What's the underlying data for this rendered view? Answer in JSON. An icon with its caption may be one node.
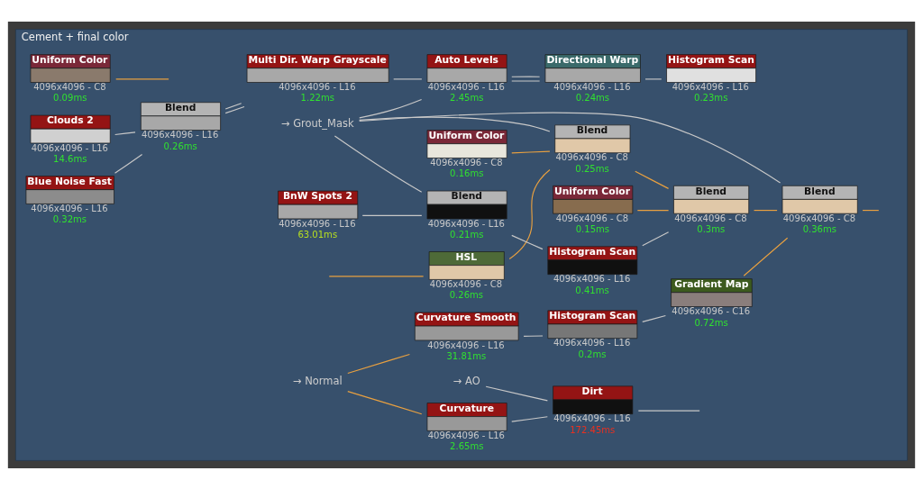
{
  "diagram": {
    "nodes": [
      {
        "text": [
          "Cement + final color"
        ]
      },
      {
        "text": [
          "Uniform Color"
        ],
        "beside": [
          "4096x4096 - C8",
          "0.16ms"
        ],
        "in": 0
      },
      {
        "text": [
          "HSL"
        ],
        "beside": [
          "4096x4096 - C8",
          "0.26ms"
        ],
        "in": 0
      },
      {
        "text": [
          "Blend"
        ],
        "beside": [
          "4096x4096 - C8",
          "0.25ms"
        ],
        "in": 0
      },
      {
        "text": [
          "Uniform Color"
        ],
        "beside": [
          "4096x4096 - C8",
          "0.15ms"
        ],
        "in": 0
      },
      {
        "text": [
          "Blend"
        ],
        "beside": [
          "4096x4096 - C8",
          "0.3ms"
        ],
        "in": 0
      },
      {
        "text": [
          "Gradient Map"
        ],
        "beside": [
          "4096x4096 - C16",
          "0.72ms"
        ],
        "in": 0
      },
      {
        "text": [
          "Blend"
        ],
        "beside": [
          "4096x4096 - C8",
          "0.36ms"
        ],
        "in": 0
      },
      {
        "text": [
          "Uniform Color"
        ],
        "beside": [
          "4096x4096 - C8",
          "0.09ms"
        ],
        "in": 0
      },
      {
        "text": [
          "→ Grout_Mask"
        ],
        "in": 0
      },
      {
        "text": [
          "BnW Spots 2"
        ],
        "beside": [
          "4096x4096 - L16",
          "63.01ms"
        ],
        "in": 0
      },
      {
        "text": [
          "Blend"
        ],
        "beside": [
          "4096x4096 - L16",
          "0.21ms"
        ],
        "in": 0
      },
      {
        "text": [
          "Histogram Scan"
        ],
        "beside": [
          "4096x4096 - L16",
          "0.41ms"
        ],
        "in": 0
      },
      {
        "text": [
          "→ Normal"
        ],
        "in": 0
      },
      {
        "text": [
          "Curvature Smooth"
        ],
        "beside": [
          "4096x4096 - L16",
          "31.81ms"
        ],
        "in": 0
      },
      {
        "text": [
          "Histogram Scan"
        ],
        "beside": [
          "4096x4096 - L16",
          "0.2ms"
        ],
        "in": 0
      },
      {
        "text": [
          "→ AO"
        ],
        "in": 0
      },
      {
        "text": [
          "Curvature"
        ],
        "beside": [
          "4096x4096 - L16",
          "2.65ms"
        ],
        "in": 0
      },
      {
        "text": [
          "Dirt"
        ],
        "beside": [
          "4096x4096 - L16",
          "172.45ms"
        ],
        "in": 0
      },
      {
        "text": [
          "Blue Noise Fast"
        ],
        "beside": [
          "4096x4096 - L16",
          "0.32ms"
        ],
        "in": 0
      },
      {
        "text": [
          "Clouds 2"
        ],
        "beside": [
          "4096x4096 - L16",
          "14.6ms"
        ],
        "in": 0
      },
      {
        "text": [
          "Blend"
        ],
        "beside": [
          "4096x4096 - L16",
          "0.26ms"
        ],
        "in": 0
      },
      {
        "text": [
          "Multi Dir. Warp Grayscale"
        ],
        "beside": [
          "4096x4096 - L16",
          "1.22ms"
        ],
        "in": 0
      },
      {
        "text": [
          "Auto Levels"
        ],
        "beside": [
          "4096x4096 - L16",
          "2.45ms"
        ],
        "in": 0
      },
      {
        "text": [
          "Directional Warp"
        ],
        "beside": [
          "4096x4096 - L16",
          "0.24ms"
        ],
        "in": 0
      },
      {
        "text": [
          "Histogram Scan"
        ],
        "beside": [
          "4096x4096 - L16",
          "0.23ms"
        ],
        "in": 0
      }
    ],
    "edges": [
      {
        "from": null,
        "to": 2,
        "arrow": "none",
        "color": "#e8a040"
      },
      {
        "from": 1,
        "to": 3,
        "arrow": "none",
        "color": "#e8a040"
      },
      {
        "from": 2,
        "to": 3,
        "arrow": "none",
        "color": "#e8a040"
      },
      {
        "from": 9,
        "to": 3,
        "arrow": "none"
      },
      {
        "from": 4,
        "to": 5,
        "arrow": "none",
        "color": "#e8a040"
      },
      {
        "from": 3,
        "to": 5,
        "arrow": "none",
        "color": "#e8a040"
      },
      {
        "from": 12,
        "to": 5,
        "arrow": "none"
      },
      {
        "from": 6,
        "to": 7,
        "arrow": "none",
        "color": "#e8a040"
      },
      {
        "from": 5,
        "to": 7,
        "arrow": "none",
        "color": "#e8a040"
      },
      {
        "from": 9,
        "to": 7,
        "arrow": "none"
      },
      {
        "from": 7,
        "to": null,
        "arrow": "none",
        "color": "#e8a040"
      },
      {
        "from": 8,
        "to": null,
        "arrow": "none",
        "color": "#e8a040"
      },
      {
        "from": 9,
        "to": 11,
        "arrow": "none"
      },
      {
        "from": 10,
        "to": 11,
        "arrow": "none"
      },
      {
        "from": 11,
        "to": 12,
        "arrow": "none"
      },
      {
        "from": 9,
        "to": 23,
        "arrow": "none"
      },
      {
        "from": 13,
        "to": 17,
        "arrow": "none",
        "color": "#e8a040"
      },
      {
        "from": 13,
        "to": 14,
        "arrow": "none",
        "color": "#e8a040"
      },
      {
        "from": 14,
        "to": 15,
        "arrow": "none"
      },
      {
        "from": 15,
        "to": 6,
        "arrow": "none"
      },
      {
        "from": 16,
        "to": 18,
        "arrow": "none"
      },
      {
        "from": 17,
        "to": 18,
        "arrow": "none"
      },
      {
        "from": 18,
        "to": null,
        "arrow": "none"
      },
      {
        "from": 19,
        "to": 21,
        "arrow": "none"
      },
      {
        "from": 20,
        "to": 21,
        "arrow": "none"
      },
      {
        "from": 21,
        "to": 22,
        "arrow": "none"
      },
      {
        "from": 21,
        "to": 22,
        "arrow": "none"
      },
      {
        "from": 22,
        "to": 23,
        "arrow": "none"
      },
      {
        "from": 23,
        "to": 24,
        "arrow": "none"
      },
      {
        "from": 23,
        "to": 24,
        "arrow": "none"
      },
      {
        "from": 24,
        "to": 25,
        "arrow": "none"
      }
    ]
  }
}
